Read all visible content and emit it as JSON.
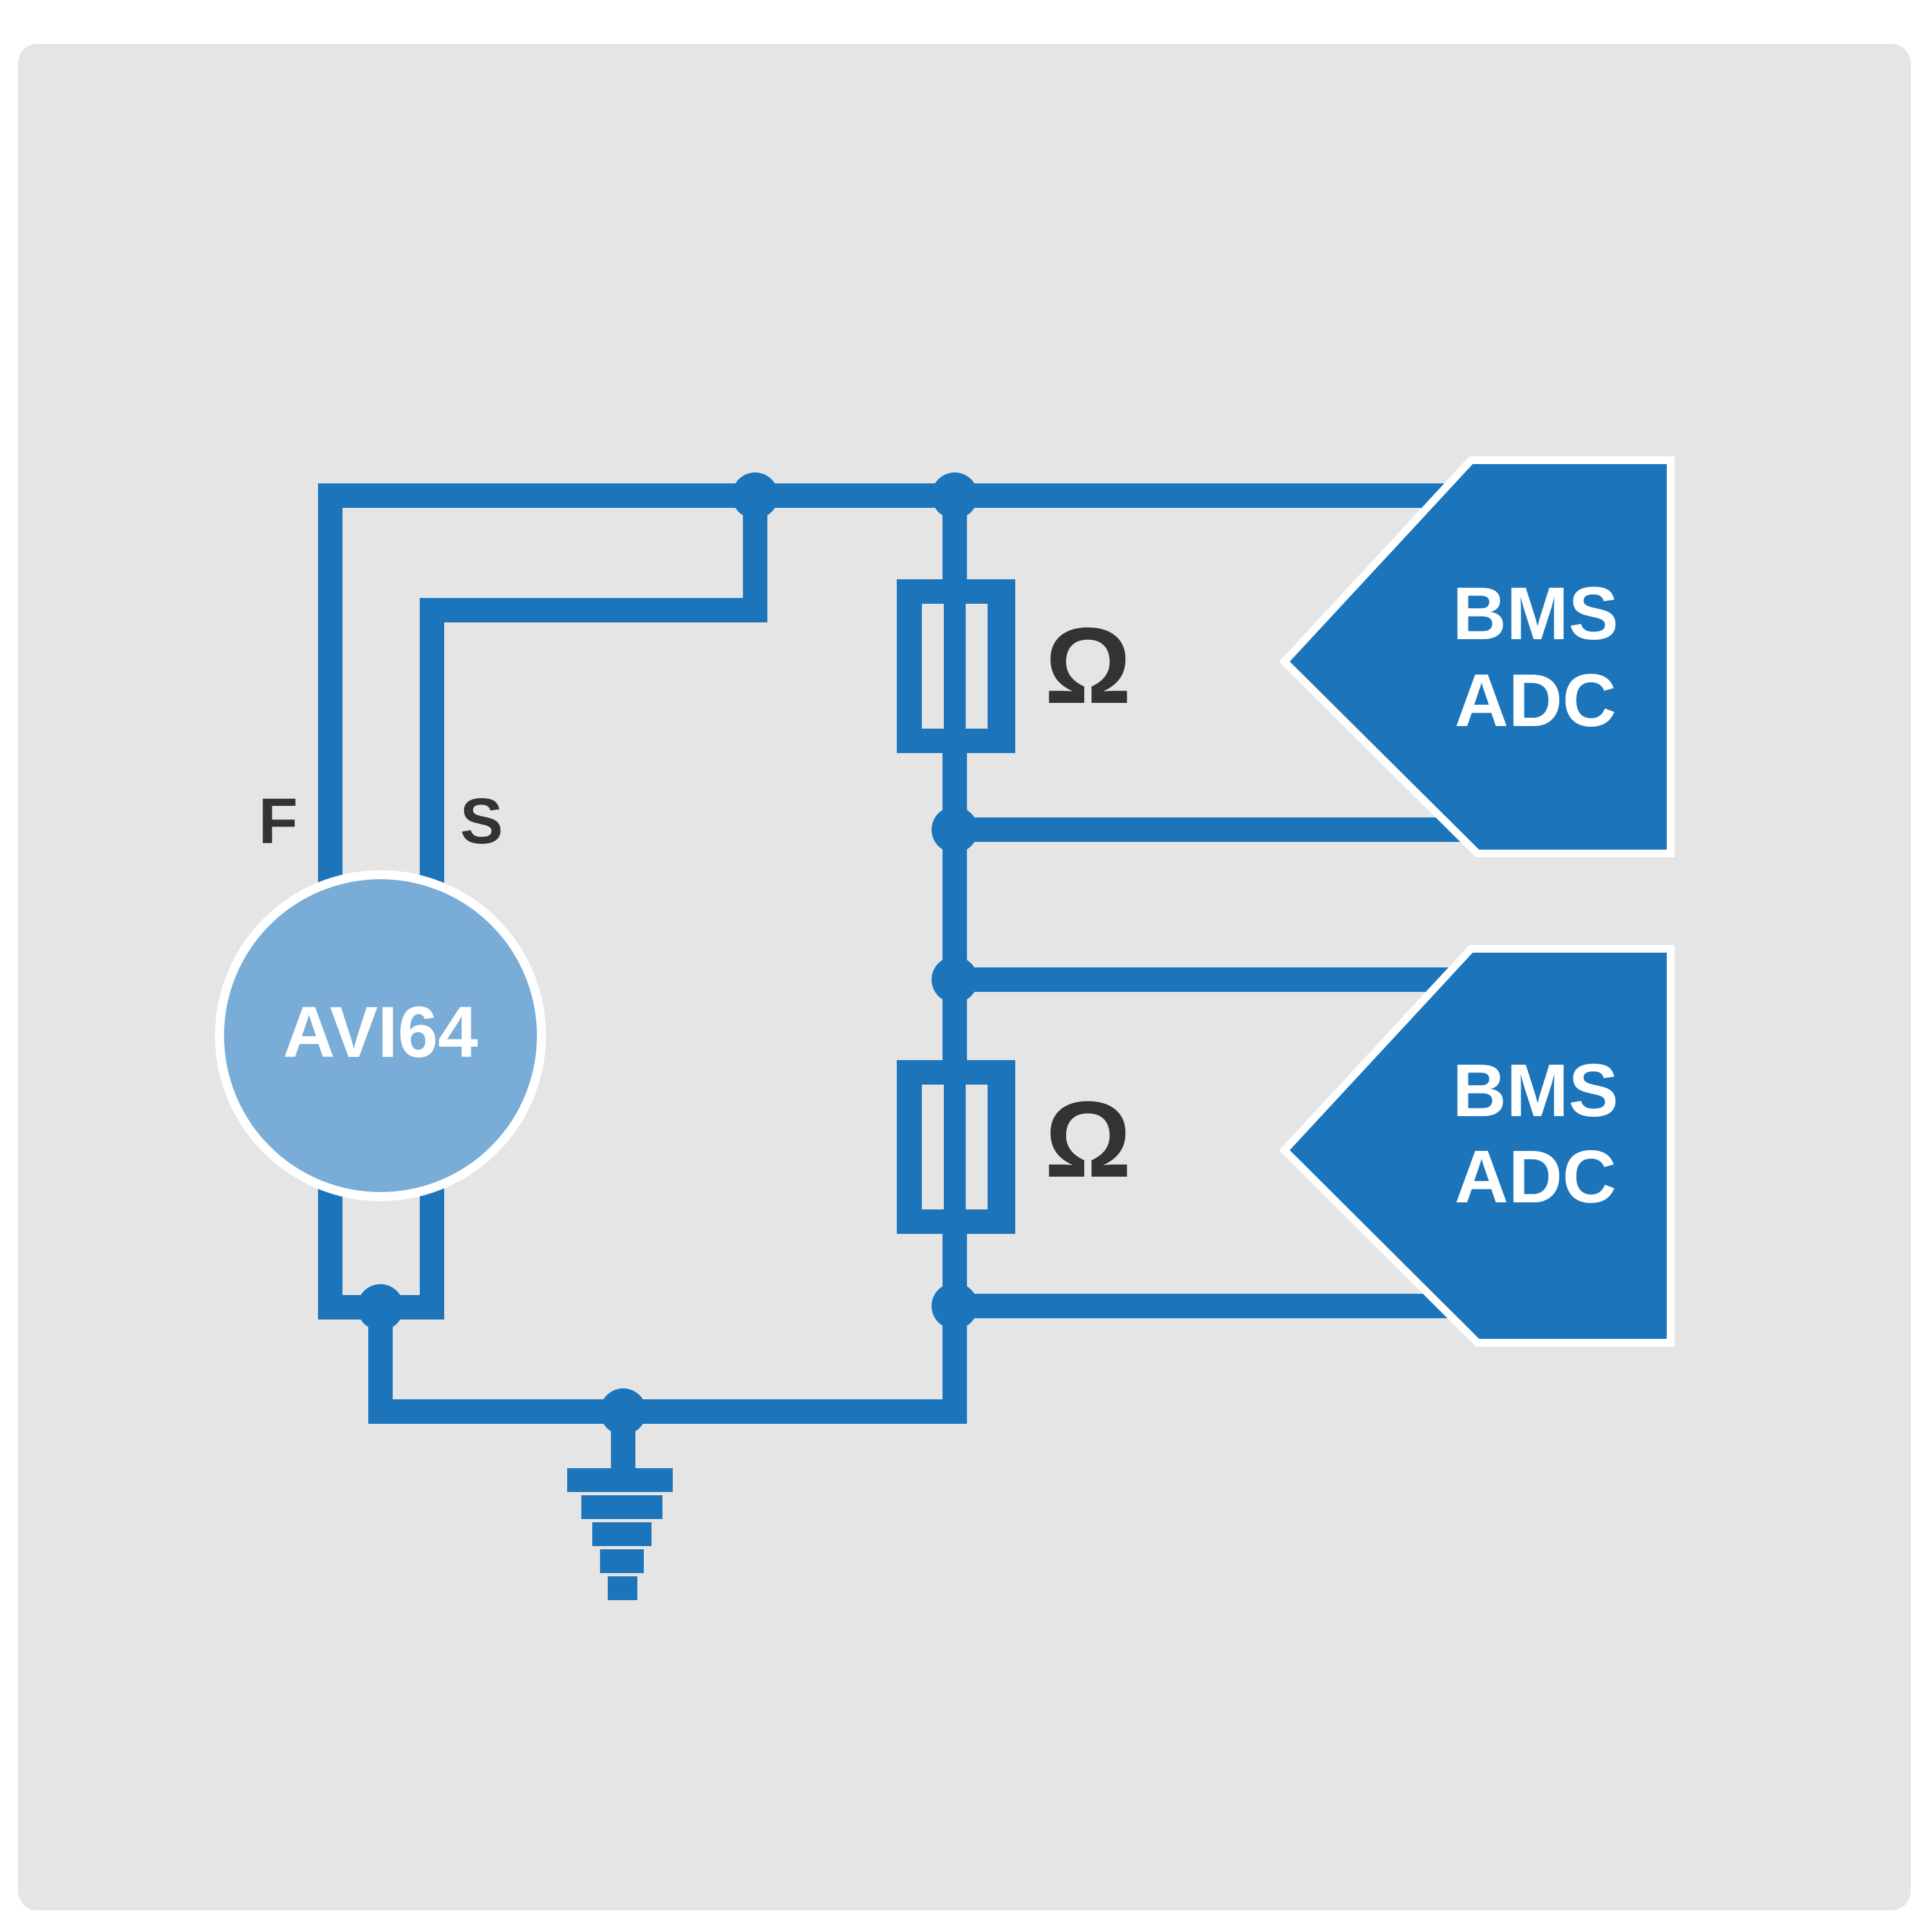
{
  "colors": {
    "background": "#e5e5e5",
    "wire": "#1c75bb",
    "meter_fill": "#79acd6",
    "label_dark": "#333333",
    "label_light": "#ffffff"
  },
  "meter": {
    "label": "AVI64"
  },
  "terminals": {
    "force": "F",
    "sense": "S"
  },
  "resistors": [
    {
      "symbol": "Ω"
    },
    {
      "symbol": "Ω"
    }
  ],
  "adc_blocks": [
    {
      "line1": "BMS",
      "line2": "ADC"
    },
    {
      "line1": "BMS",
      "line2": "ADC"
    }
  ],
  "ground": {
    "icon": "ground-icon"
  }
}
